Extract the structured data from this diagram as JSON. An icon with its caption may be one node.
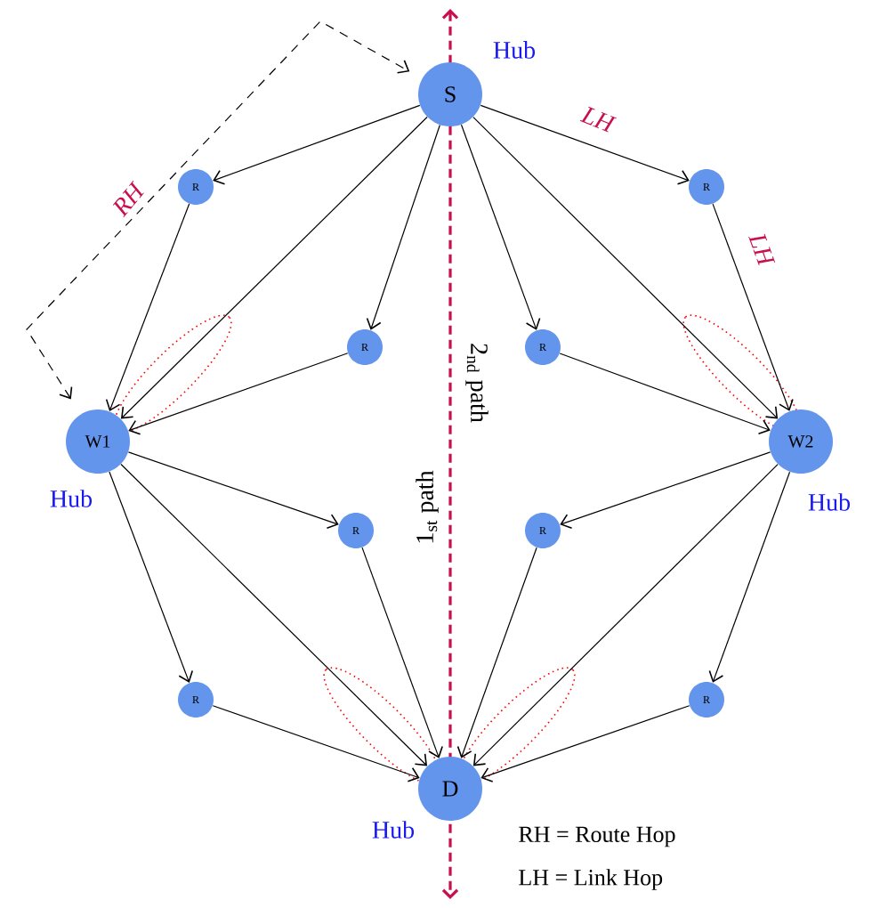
{
  "diagram": {
    "nodes": [
      {
        "text": [
          "S"
        ],
        "beside": [
          "Hub"
        ]
      },
      {
        "text": [
          "R"
        ]
      },
      {
        "text": [
          "R"
        ]
      },
      {
        "text": [
          "R"
        ]
      },
      {
        "text": [
          "R"
        ]
      },
      {
        "text": [
          "W1"
        ],
        "beside": [
          "Hub"
        ]
      },
      {
        "text": [
          "W2"
        ],
        "beside": [
          "Hub"
        ]
      },
      {
        "text": [
          "R"
        ]
      },
      {
        "text": [
          "R"
        ]
      },
      {
        "text": [
          "R"
        ]
      },
      {
        "text": [
          "R"
        ]
      },
      {
        "text": [
          "D"
        ],
        "beside": [
          "Hub"
        ]
      }
    ],
    "edges": [
      {
        "from": 0,
        "to": 1,
        "arrow": "to"
      },
      {
        "from": 0,
        "to": 2,
        "arrow": "to",
        "label": "LH"
      },
      {
        "from": 0,
        "to": 3,
        "arrow": "to"
      },
      {
        "from": 0,
        "to": 4,
        "arrow": "to"
      },
      {
        "from": 0,
        "to": 5,
        "arrow": "to"
      },
      {
        "from": 0,
        "to": 6,
        "arrow": "to"
      },
      {
        "from": 1,
        "to": 5,
        "arrow": "to"
      },
      {
        "from": 2,
        "to": 6,
        "arrow": "to",
        "label": "LH"
      },
      {
        "from": 3,
        "to": 5,
        "arrow": "to"
      },
      {
        "from": 4,
        "to": 6,
        "arrow": "to"
      },
      {
        "from": 5,
        "to": 7,
        "arrow": "to"
      },
      {
        "from": 5,
        "to": 9,
        "arrow": "to"
      },
      {
        "from": 5,
        "to": 11,
        "arrow": "to"
      },
      {
        "from": 6,
        "to": 8,
        "arrow": "to"
      },
      {
        "from": 6,
        "to": 10,
        "arrow": "to"
      },
      {
        "from": 6,
        "to": 11,
        "arrow": "to"
      },
      {
        "from": 7,
        "to": 11,
        "arrow": "to"
      },
      {
        "from": 8,
        "to": 11,
        "arrow": "to"
      },
      {
        "from": 9,
        "to": 11,
        "arrow": "to"
      },
      {
        "from": 10,
        "to": 11,
        "arrow": "to"
      },
      {
        "from": 5,
        "to": 0,
        "arrow": "both",
        "style": "dashed",
        "label": "RH"
      }
    ],
    "labels": [
      "2$_{nd}$ path",
      "1$_{st}$ path",
      "RH = Route Hop",
      "LH = Link Hop"
    ]
  }
}
